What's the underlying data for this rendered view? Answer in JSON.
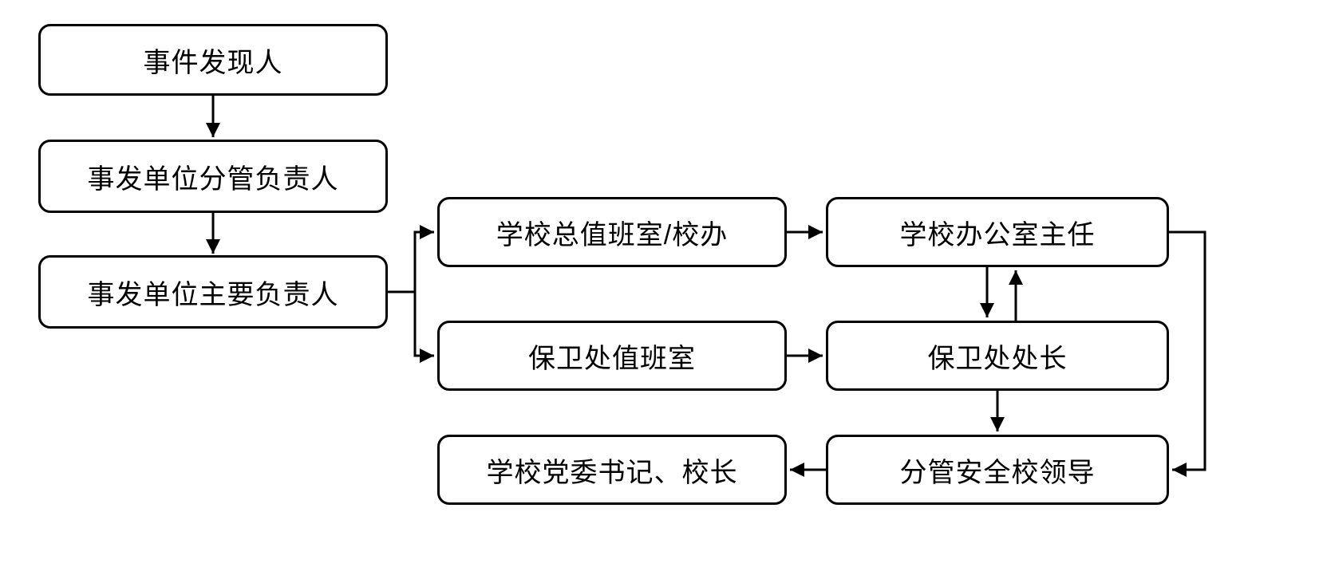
{
  "diagram": {
    "type": "flowchart",
    "background_color": "#ffffff",
    "box_fill_color": "#ffffff",
    "box_border_color": "#000000",
    "line_color": "#000000",
    "nodes": [
      {
        "id": "incident-discoverer",
        "label": "事件发现人"
      },
      {
        "id": "unit-deputy-head",
        "label": "事发单位分管负责人"
      },
      {
        "id": "unit-main-head",
        "label": "事发单位主要负责人"
      },
      {
        "id": "school-duty-office",
        "label": "学校总值班室/校办"
      },
      {
        "id": "security-duty-room",
        "label": "保卫处值班室"
      },
      {
        "id": "school-office-director",
        "label": "学校办公室主任"
      },
      {
        "id": "security-dept-director",
        "label": "保卫处处长"
      },
      {
        "id": "safety-school-leader",
        "label": "分管安全校领导"
      },
      {
        "id": "party-secretary-principal",
        "label": "学校党委书记、校长"
      }
    ],
    "edges": [
      {
        "from": "incident-discoverer",
        "to": "unit-deputy-head"
      },
      {
        "from": "unit-deputy-head",
        "to": "unit-main-head"
      },
      {
        "from": "unit-main-head",
        "to": "school-duty-office"
      },
      {
        "from": "unit-main-head",
        "to": "security-duty-room"
      },
      {
        "from": "school-duty-office",
        "to": "school-office-director"
      },
      {
        "from": "security-duty-room",
        "to": "security-dept-director"
      },
      {
        "from": "school-office-director",
        "to": "security-dept-director"
      },
      {
        "from": "security-dept-director",
        "to": "school-office-director"
      },
      {
        "from": "security-dept-director",
        "to": "safety-school-leader"
      },
      {
        "from": "school-office-director",
        "to": "safety-school-leader"
      },
      {
        "from": "safety-school-leader",
        "to": "party-secretary-principal"
      }
    ]
  }
}
